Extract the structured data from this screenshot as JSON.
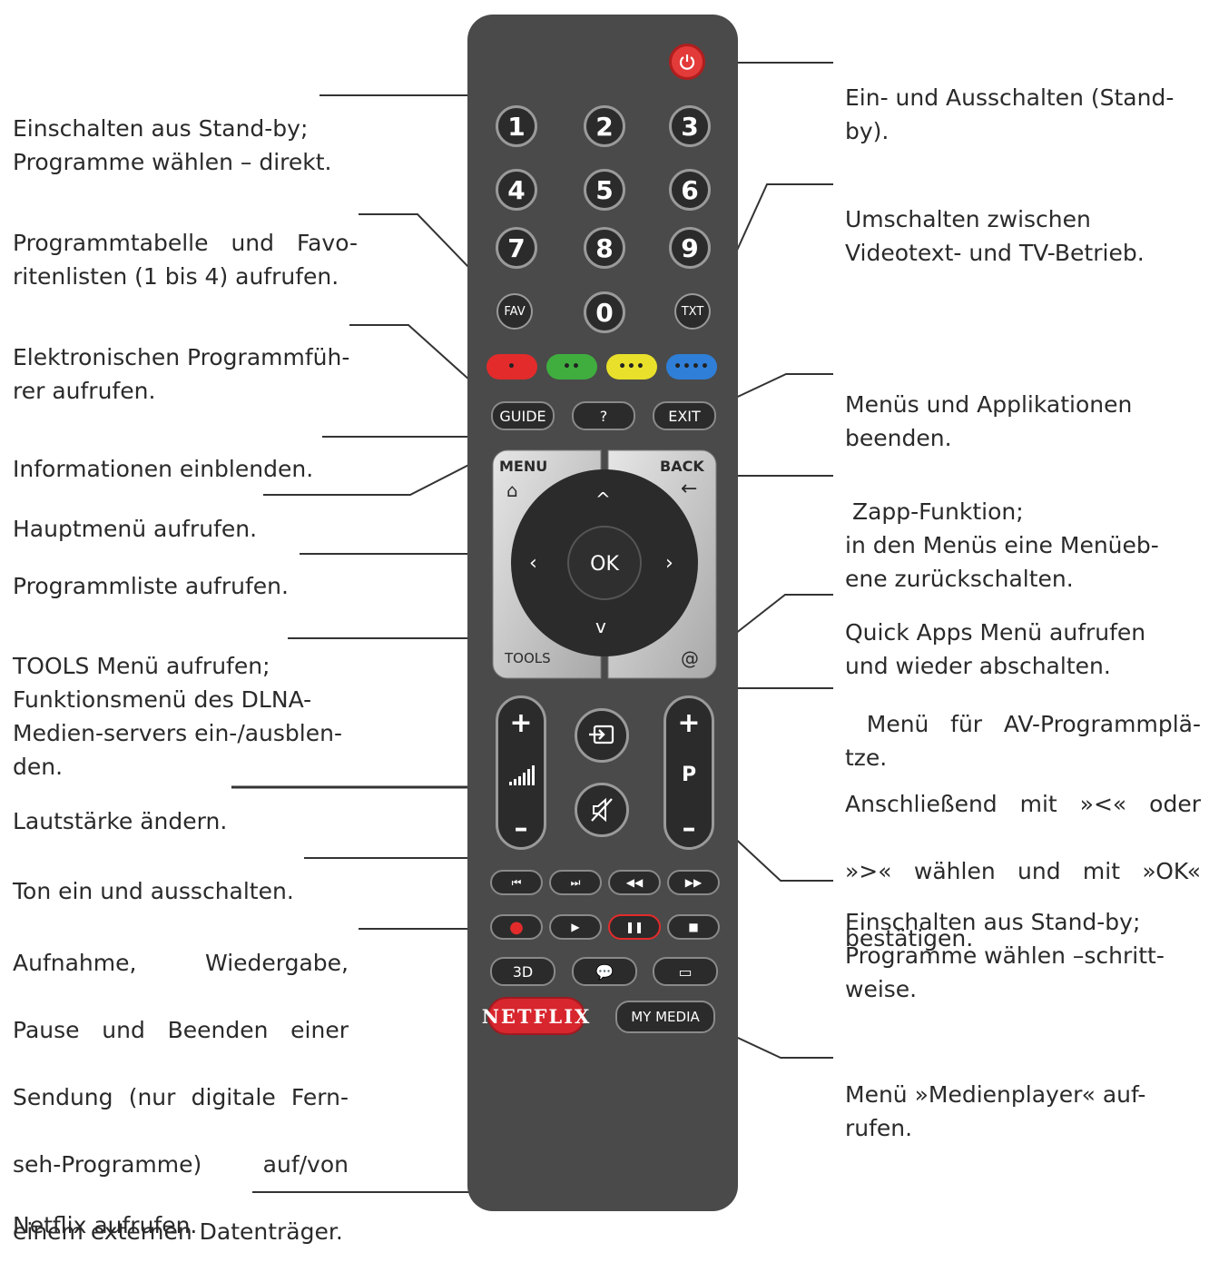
{
  "labels": {
    "standby_direct": [
      "Einschalten aus Stand-by;",
      "Programme wählen – direkt."
    ],
    "fav": [
      "Programmtabelle und Favo-",
      "ritenlisten (1 bis 4) aufrufen."
    ],
    "guide": [
      "Elektronischen Programmfüh-",
      "rer aufrufen."
    ],
    "info": [
      "Informationen einblenden."
    ],
    "menu": [
      "Hauptmenü aufrufen."
    ],
    "ok": [
      "Programmliste aufrufen."
    ],
    "tools": [
      "TOOLS Menü aufrufen;",
      "Funktionsmenü des DLNA-",
      "Medien-servers ein-/ausblen-",
      "den."
    ],
    "volume": [
      "Lautstärke ändern."
    ],
    "mute": [
      "Ton ein und ausschalten."
    ],
    "record": [
      "Aufnahme, Wiedergabe,",
      "Pause und Beenden einer",
      "Sendung (nur digitale Fern-",
      "seh-Programme) auf/von",
      "einem externen Datenträger."
    ],
    "netflix": [
      "Netflix aufrufen."
    ],
    "power": [
      "Ein- und Ausschalten (Stand-",
      "by)."
    ],
    "txt": [
      "Umschalten zwischen",
      "Videotext- und TV-Betrieb."
    ],
    "exit": [
      "Menüs und Applikationen",
      "beenden."
    ],
    "back": [
      " Zapp-Funktion;",
      "in den Menüs eine Menüeb-",
      "ene zurückschalten."
    ],
    "quick_apps": [
      "Quick Apps Menü aufrufen",
      "und wieder abschalten."
    ],
    "av_menu": [
      " Menü für AV-Programmplä-",
      "tze."
    ],
    "av_select": [
      "Anschließend mit »<« oder",
      "»>« wählen und mit »OK«",
      "bestätigen."
    ],
    "program_step": [
      "Einschalten aus Stand-by;",
      "Programme wählen –schritt-",
      "weise."
    ],
    "media_player": [
      "Menü »Medienplayer« auf-",
      "rufen."
    ]
  },
  "remote": {
    "numbers": [
      "1",
      "2",
      "3",
      "4",
      "5",
      "6",
      "7",
      "8",
      "9",
      "0"
    ],
    "fav": "FAV",
    "txt": "TXT",
    "color_buttons": [
      "•",
      "••",
      "•••",
      "••••"
    ],
    "guide": "GUIDE",
    "info": "?",
    "exit": "EXIT",
    "menu": "MENU",
    "back": "BACK",
    "ok": "OK",
    "tools": "TOOLS",
    "at": "@",
    "plus": "+",
    "minus": "–",
    "p": "P",
    "three_d": "3D",
    "my_media": "MY MEDIA",
    "netflix": "NETFLIX"
  },
  "colors": {
    "remote_body": "#4a4a4a",
    "button": "#2b2b2b",
    "power": "#e33a3a",
    "red": "#e32b2b",
    "green": "#3fae3f",
    "yellow": "#e8e02a",
    "blue": "#2f7fd8",
    "netflix": "#d8262e"
  }
}
